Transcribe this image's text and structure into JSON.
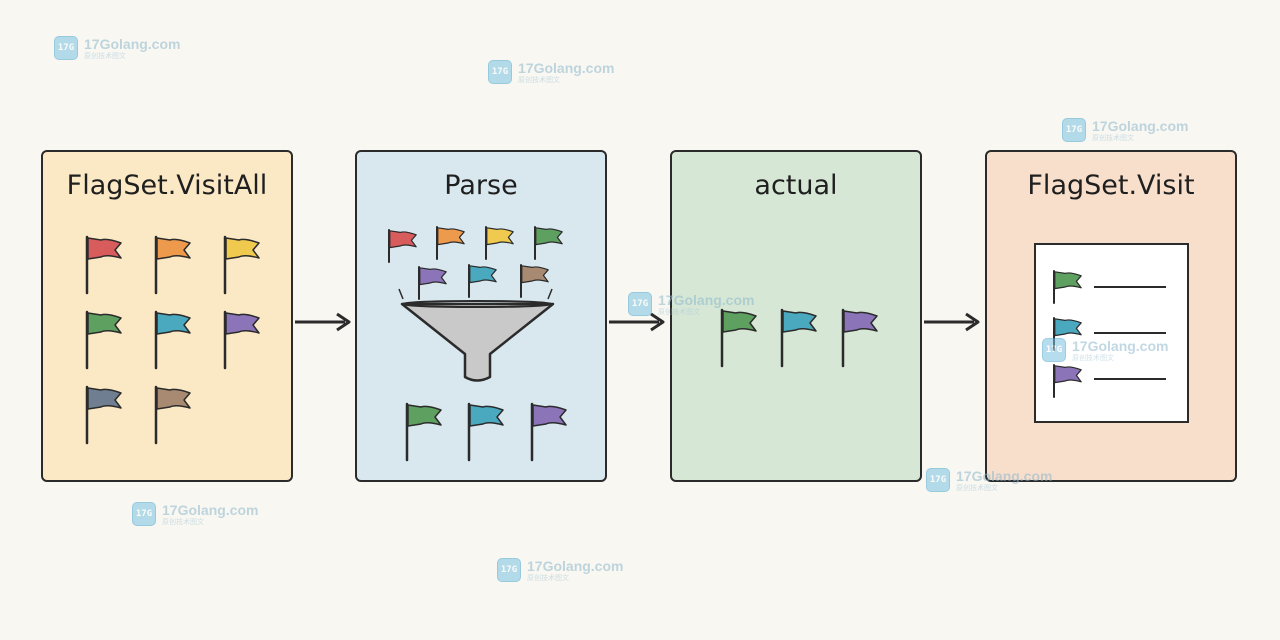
{
  "panels": [
    {
      "title": "FlagSet.VisitAll"
    },
    {
      "title": "Parse"
    },
    {
      "title": "actual"
    },
    {
      "title": "FlagSet.Visit"
    }
  ],
  "flag_colors": {
    "red": "#d95c5c",
    "orange": "#ee9a4c",
    "yellow": "#f0c94f",
    "green": "#5ea060",
    "teal": "#4aa9bf",
    "purple": "#8c74b8",
    "slate": "#6f7f91",
    "brown": "#a88a72"
  },
  "funnel_color": "#c9c9c9",
  "watermark": {
    "text": "17Golang.com",
    "subtext": "原创技术图文",
    "icon_label": "17G"
  }
}
